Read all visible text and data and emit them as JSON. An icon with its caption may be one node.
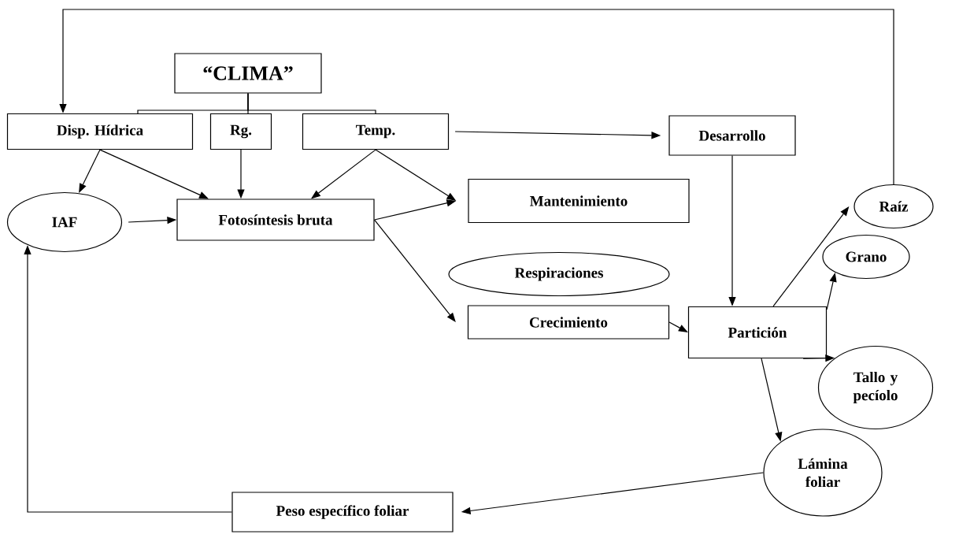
{
  "diagram": {
    "nodes": [
      {
        "text": [
          "“CLIMA”"
        ]
      },
      {
        "text": [
          "Disp. Hídrica"
        ]
      },
      {
        "text": [
          "Rg."
        ]
      },
      {
        "text": [
          "Temp."
        ]
      },
      {
        "text": [
          "Desarrollo"
        ]
      },
      {
        "text": [
          "Mantenimiento"
        ]
      },
      {
        "text": [
          "Raíz"
        ]
      },
      {
        "text": [
          "IAF"
        ]
      },
      {
        "text": [
          "Fotosíntesis bruta"
        ]
      },
      {
        "text": [
          "Respiraciones"
        ]
      },
      {
        "text": [
          "Grano"
        ]
      },
      {
        "text": [
          "Crecimiento"
        ]
      },
      {
        "text": [
          "Partición"
        ]
      },
      {
        "text": [
          "Tallo y pecíolo"
        ]
      },
      {
        "text": [
          "Lámina foliar"
        ]
      },
      {
        "text": [
          "Peso específico foliar"
        ]
      }
    ],
    "edges": [
      {
        "from": 0,
        "to": 1,
        "arrow": "none"
      },
      {
        "from": 0,
        "to": 2,
        "arrow": "none"
      },
      {
        "from": 0,
        "to": 3,
        "arrow": "none"
      },
      {
        "from": 3,
        "to": 4,
        "arrow": "to"
      },
      {
        "from": 1,
        "to": 7,
        "arrow": "to"
      },
      {
        "from": 1,
        "to": 8,
        "arrow": "to"
      },
      {
        "from": 2,
        "to": 8,
        "arrow": "to"
      },
      {
        "from": 3,
        "to": 8,
        "arrow": "to"
      },
      {
        "from": 3,
        "to": 5,
        "arrow": "to"
      },
      {
        "from": 6,
        "to": 1,
        "arrow": "to"
      },
      {
        "from": 7,
        "to": 8,
        "arrow": "to"
      },
      {
        "from": 8,
        "to": 5,
        "arrow": "to"
      },
      {
        "from": 8,
        "to": 11,
        "arrow": "to"
      },
      {
        "from": 4,
        "to": 12,
        "arrow": "to"
      },
      {
        "from": 11,
        "to": 12,
        "arrow": "to"
      },
      {
        "from": 12,
        "to": 6,
        "arrow": "to"
      },
      {
        "from": 12,
        "to": 10,
        "arrow": "to"
      },
      {
        "from": 12,
        "to": 13,
        "arrow": "to"
      },
      {
        "from": 12,
        "to": 14,
        "arrow": "to"
      },
      {
        "from": 14,
        "to": 15,
        "arrow": "to"
      },
      {
        "from": 15,
        "to": 7,
        "arrow": "to"
      }
    ]
  }
}
